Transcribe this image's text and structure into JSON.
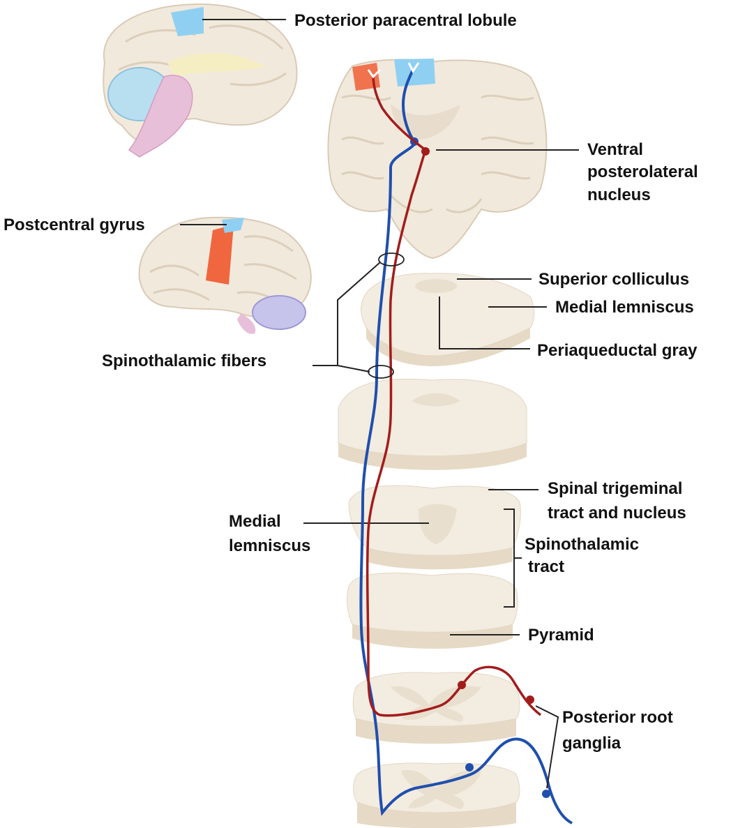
{
  "labels": {
    "posterior_paracentral_lobule": "Posterior paracentral lobule",
    "ventral_posterolateral_nucleus": [
      "Ventral",
      "posterolateral",
      "nucleus"
    ],
    "postcentral_gyrus": "Postcentral gyrus",
    "superior_colliculus": "Superior colliculus",
    "medial_lemniscus_upper": "Medial lemniscus",
    "periaqueductal_gray": "Periaqueductal gray",
    "spinothalamic_fibers": "Spinothalamic fibers",
    "spinal_trigeminal": [
      "Spinal trigeminal",
      "tract and nucleus"
    ],
    "medial_lemniscus_lower": [
      "Medial",
      "lemniscus"
    ],
    "spinothalamic_tract": [
      "Spinothalamic",
      "tract"
    ],
    "pyramid": "Pyramid",
    "posterior_root_ganglia": [
      "Posterior root",
      "ganglia"
    ]
  },
  "colors": {
    "spinothalamic_pathway": "#a31c1c",
    "lemniscal_pathway": "#1f4fae",
    "leg_cortex": "#8fd0f2",
    "arm_cortex": "#f0663e",
    "tissue": "#f3ece0"
  },
  "icons": {
    "medial_brain": "medial-brain-view-icon",
    "lateral_brain": "lateral-brain-view-icon",
    "coronal_section": "coronal-brain-section-icon"
  }
}
